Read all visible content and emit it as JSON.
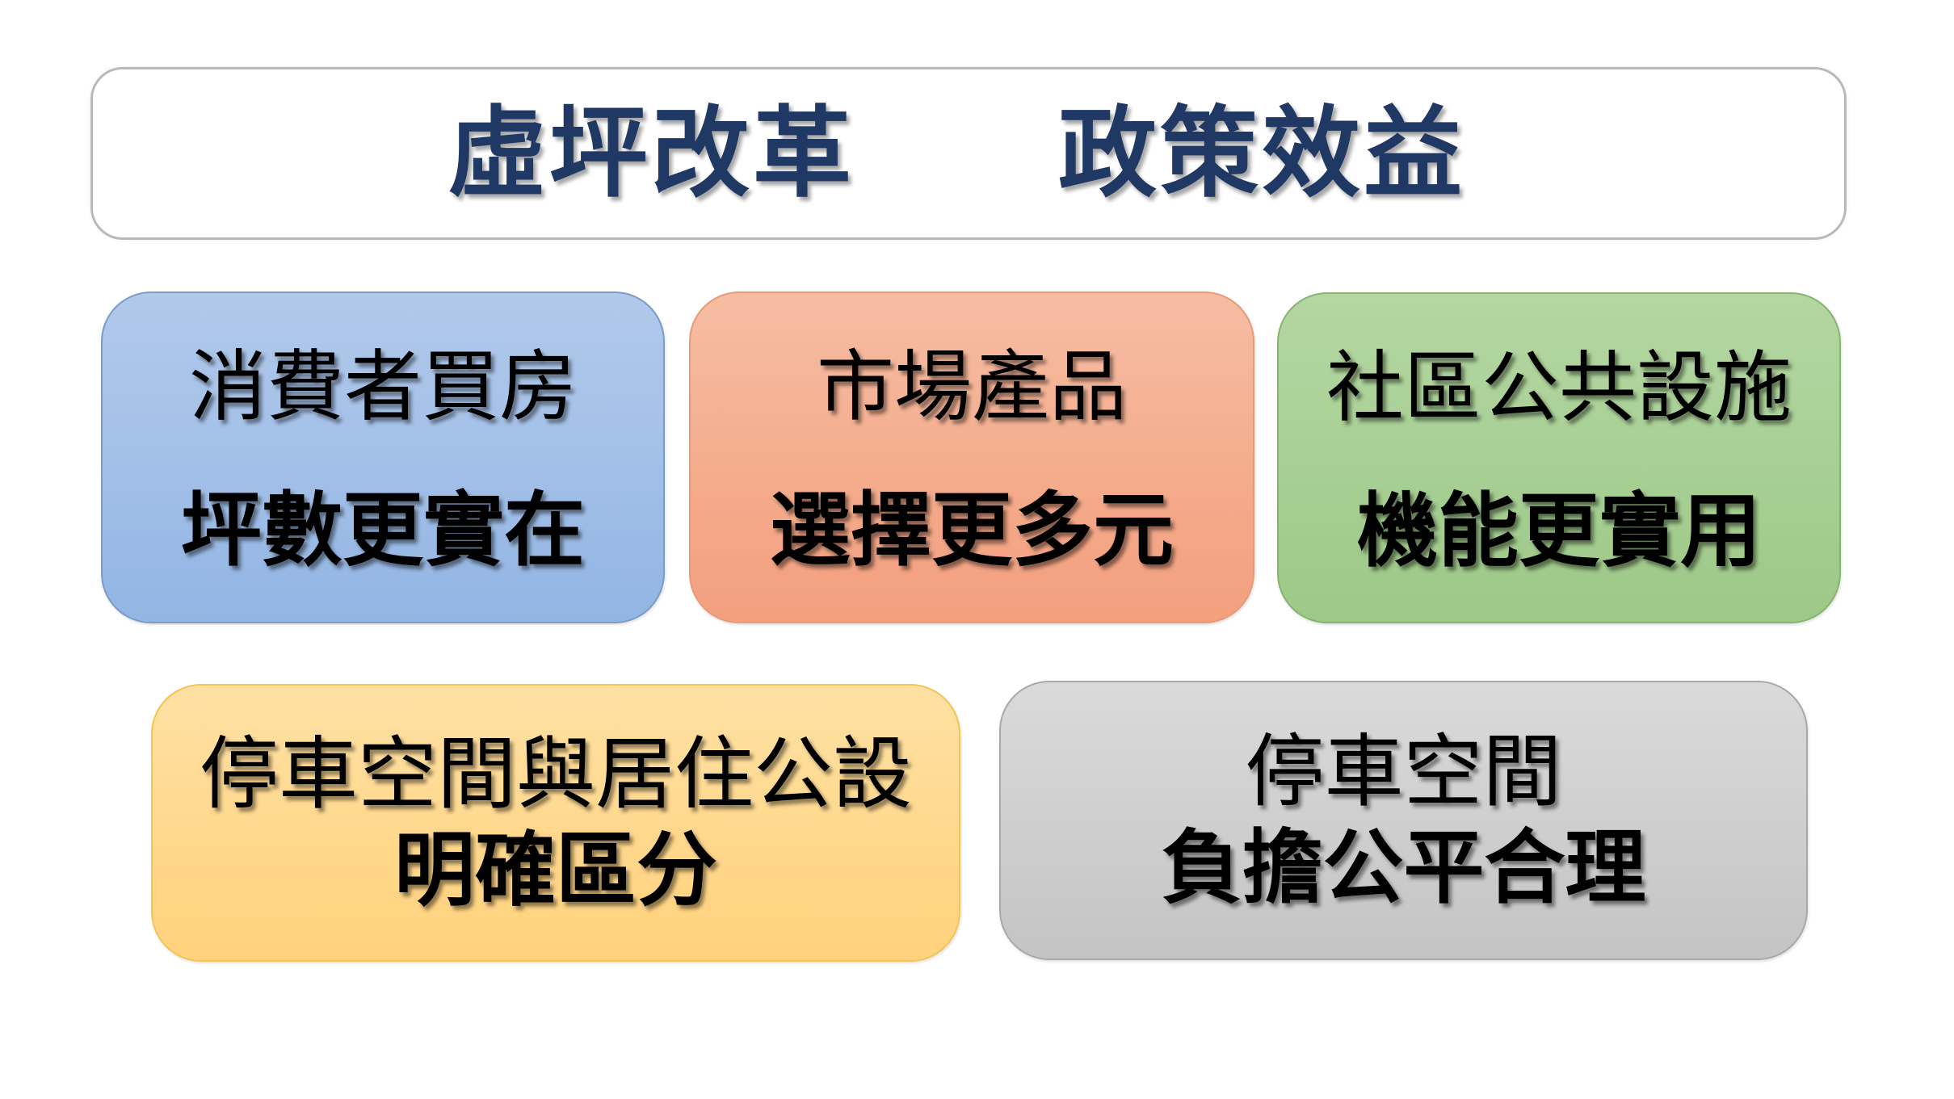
{
  "title": {
    "text": "虛坪改革　　政策效益",
    "color": "#1f3864"
  },
  "cards": [
    {
      "id": "consumer",
      "line1": "消費者買房",
      "line2": "坪數更實在",
      "color": "#a3c0e8"
    },
    {
      "id": "market",
      "line1": "市場產品",
      "line2": "選擇更多元",
      "color": "#f4ac8d"
    },
    {
      "id": "community",
      "line1": "社區公共設施",
      "line2": "機能更實用",
      "color": "#a8d095"
    },
    {
      "id": "parking-separation",
      "line1": "停車空間與居住公設",
      "line2": "明確區分",
      "color": "#ffd88d"
    },
    {
      "id": "parking-fairness",
      "line1": "停車空間",
      "line2": "負擔公平合理",
      "color": "#cfcfcf"
    }
  ]
}
